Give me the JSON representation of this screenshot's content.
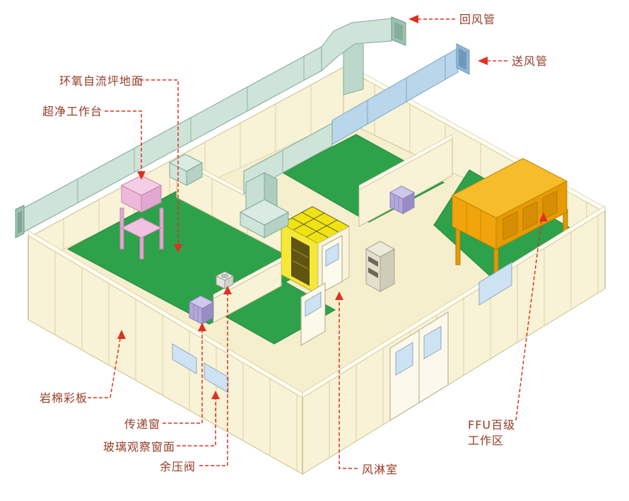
{
  "diagram": {
    "labels": {
      "return_duct": "回风管",
      "supply_duct": "送风管",
      "epoxy_floor": "环氧自流坪地面",
      "clean_bench": "超净工作台",
      "rockwool_panel": "岩棉彩板",
      "pass_window": "传递窗",
      "glass_window": "玻璃观察窗面",
      "pressure_valve": "余压阀",
      "air_shower": "风淋室",
      "ffu_line1": "FFU百级",
      "ffu_line2": "工作区"
    },
    "colors": {
      "label_text": "#963b26",
      "leader_line": "#e03020",
      "wall_panel": "#f8f3d6",
      "floor_green": "#2ea14b",
      "return_duct_teal": "#cfe4d8",
      "supply_duct_blue": "#b9d6ea",
      "bench_pink": "#eeb9da",
      "ffu_yellow": "#f0e312",
      "ffu_orange": "#f5ad16",
      "passbox_purple": "#b3a8dc"
    }
  }
}
